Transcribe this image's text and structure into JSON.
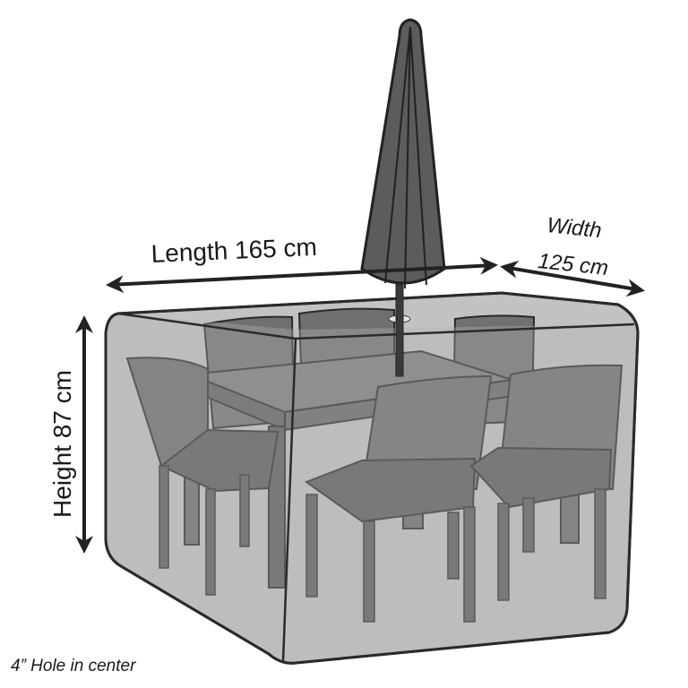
{
  "dimensions": {
    "length": "Length 165 cm",
    "width_title": "Width",
    "width_value": "125 cm",
    "height": "Height 87 cm"
  },
  "footnote": "4” Hole in center",
  "colors": {
    "cover_fill": "#b4b4b4",
    "cover_edge": "#2a2a2a",
    "chair": "#6a6a6a",
    "chair_dark": "#4e4e4e",
    "table_top": "#7a7a7a",
    "umbrella": "#5c5c5c",
    "arrow": "#222222"
  }
}
